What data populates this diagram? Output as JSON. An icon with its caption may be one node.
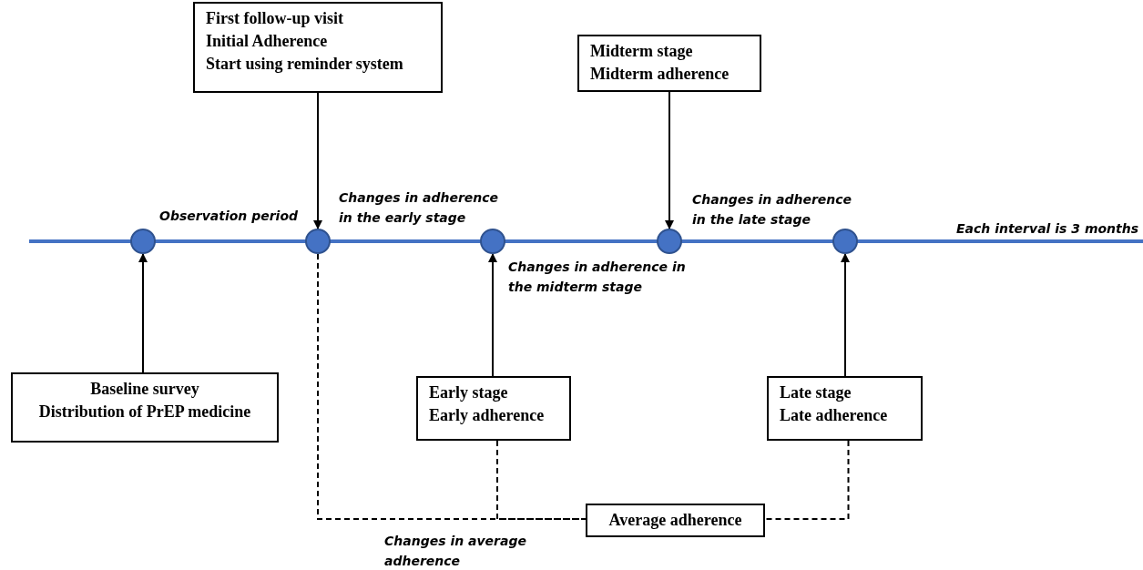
{
  "diagram": {
    "nodes": [
      {
        "text": [
          "First follow-up visit",
          "Initial Adherence",
          "Start using reminder system"
        ]
      },
      {
        "text": [
          "Midterm stage",
          "Midterm adherence"
        ]
      },
      {
        "text": [],
        "shape": "circle"
      },
      {
        "text": [],
        "shape": "circle"
      },
      {
        "text": [],
        "shape": "circle"
      },
      {
        "text": [],
        "shape": "circle"
      },
      {
        "text": [],
        "shape": "circle"
      },
      {
        "text": [
          "Baseline survey",
          "Distribution of PrEP medicine"
        ]
      },
      {
        "text": [
          "Early stage",
          "Early adherence"
        ]
      },
      {
        "text": [
          "Late stage",
          "Late adherence"
        ]
      },
      {
        "text": [
          "Average adherence"
        ]
      }
    ],
    "edges": [
      {
        "from": 0,
        "to": 3,
        "arrow": "to"
      },
      {
        "from": 1,
        "to": 5,
        "arrow": "to"
      },
      {
        "from": 7,
        "to": 2,
        "arrow": "to"
      },
      {
        "from": 8,
        "to": 4,
        "arrow": "to"
      },
      {
        "from": 9,
        "to": 6,
        "arrow": "to"
      },
      {
        "from": 3,
        "to": 10,
        "arrow": "none",
        "style": "dashed"
      },
      {
        "from": 8,
        "to": 10,
        "arrow": "none",
        "style": "dashed"
      },
      {
        "from": 9,
        "to": 10,
        "arrow": "none",
        "style": "dashed"
      }
    ],
    "labels": [
      "Observation period",
      "Changes in adherence in the early stage",
      "Changes in adherence in the late stage",
      "Each interval is 3 months",
      "Changes in adherence in the midterm stage",
      "Changes in average adherence"
    ]
  }
}
